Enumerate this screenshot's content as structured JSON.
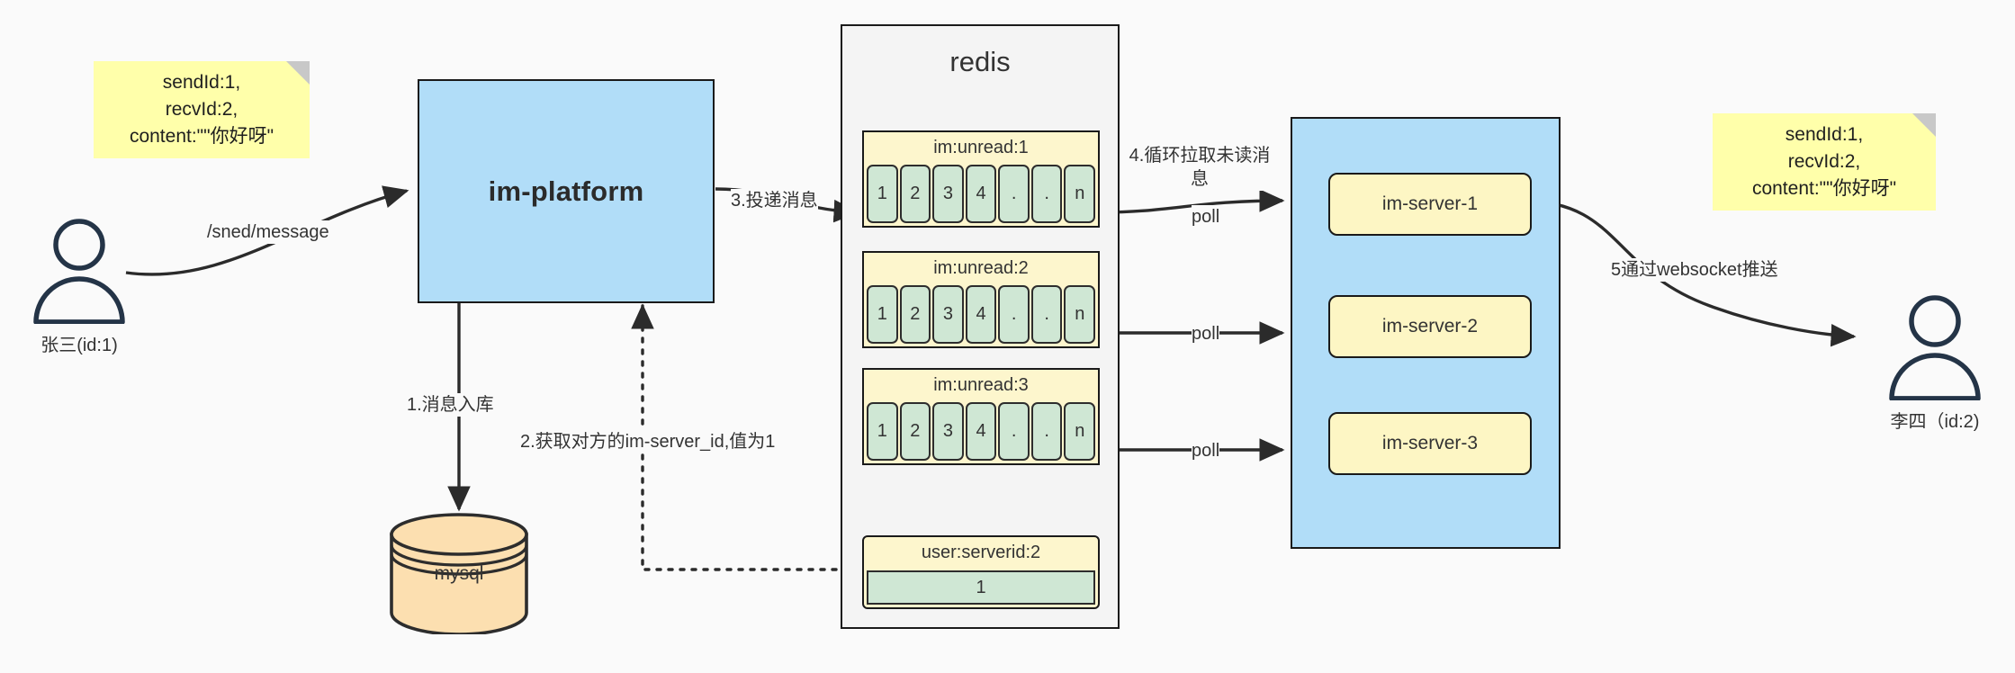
{
  "diagram": {
    "title": "IM message delivery architecture",
    "colors": {
      "background": "#fafafa",
      "note": "#ffffaa",
      "note_fold": "#c8c8c8",
      "process_blue": "#b1ddf8",
      "key_yellow": "#fdf6cd",
      "server_yellow": "#fdf6c4",
      "value_green": "#cfe7d4",
      "redis_panel": "#f4f4f4",
      "mysql_orange": "#fcdfb0",
      "stroke": "#1a1a1a"
    }
  },
  "notes": {
    "left": {
      "lines": [
        "sendId:1,",
        "recvId:2,",
        "content:\"\"你好呀\""
      ]
    },
    "right": {
      "lines": [
        "sendId:1,",
        "recvId:2,",
        "content:\"\"你好呀\""
      ]
    }
  },
  "actors": {
    "sender": {
      "label": "张三(id:1)",
      "icon": "user-icon"
    },
    "receiver": {
      "label": "李四（id:2)",
      "icon": "user-icon"
    }
  },
  "platform": {
    "label": "im-platform"
  },
  "datastore": {
    "mysql": {
      "label": "mysql",
      "icon": "database-cylinder-icon"
    }
  },
  "redis": {
    "title": "redis",
    "queues": [
      {
        "key": "im:unread:1",
        "cells": [
          "1",
          "2",
          "3",
          "4",
          ".",
          ".",
          "n"
        ]
      },
      {
        "key": "im:unread:2",
        "cells": [
          "1",
          "2",
          "3",
          "4",
          ".",
          ".",
          "n"
        ]
      },
      {
        "key": "im:unread:3",
        "cells": [
          "1",
          "2",
          "3",
          "4",
          ".",
          ".",
          "n"
        ]
      }
    ],
    "kv": {
      "key": "user:serverid:2",
      "value": "1"
    }
  },
  "servers": {
    "items": [
      {
        "label": "im-server-1"
      },
      {
        "label": "im-server-2"
      },
      {
        "label": "im-server-3"
      }
    ]
  },
  "edges": {
    "send_message": "/sned/message",
    "step1": "1.消息入库",
    "step2": "2.获取对方的im-server_id,值为1",
    "step3": "3.投递消息",
    "step4": "4.循环拉取未读消息",
    "step5": "5通过websocket推送",
    "poll1": "poll",
    "poll2": "poll",
    "poll3": "poll"
  }
}
